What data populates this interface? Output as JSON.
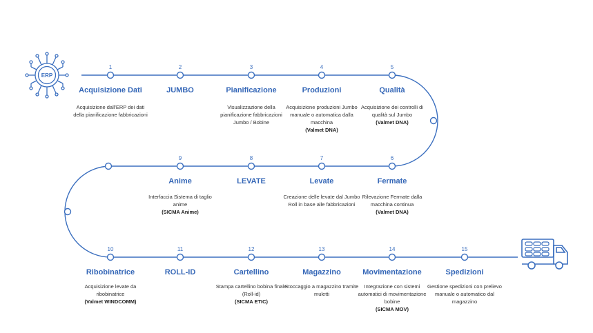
{
  "colors": {
    "line": "#3b6fbf",
    "title": "#3567b7",
    "text": "#333333"
  },
  "icons": {
    "start": "erp-chip-icon",
    "end": "delivery-truck-icon"
  },
  "erp_label": "ERP",
  "steps": [
    {
      "num": "1",
      "title": "Acquisizione Dati",
      "desc": "Acquisizione dall'ERP dei dati della pianificazione fabbricazioni",
      "tag": ""
    },
    {
      "num": "2",
      "title": "JUMBO",
      "desc": "",
      "tag": ""
    },
    {
      "num": "3",
      "title": "Pianificazione",
      "desc": "Visualizzazione della pianificazione fabbricazioni Jumbo / Bobine",
      "tag": ""
    },
    {
      "num": "4",
      "title": "Produzioni",
      "desc": "Acquisizione produzioni Jumbo manuale o automatica dalla macchina",
      "tag": "(Valmet DNA)"
    },
    {
      "num": "5",
      "title": "Qualità",
      "desc": "Acquisizione dei controlli di qualità sul Jumbo",
      "tag": "(Valmet DNA)"
    },
    {
      "num": "6",
      "title": "Fermate",
      "desc": "Rilevazione Fermate dalla macchina continua",
      "tag": "(Valmet DNA)"
    },
    {
      "num": "7",
      "title": "Levate",
      "desc": "Creazione delle levate dal Jumbo Roll in base alle fabbricazioni",
      "tag": ""
    },
    {
      "num": "8",
      "title": "LEVATE",
      "desc": "",
      "tag": ""
    },
    {
      "num": "9",
      "title": "Anime",
      "desc": "Interfaccia Sistema di taglio anime",
      "tag": "(SICMA Anime)"
    },
    {
      "num": "10",
      "title": "Ribobinatrice",
      "desc": "Acquisizione levate da ribobinatrice",
      "tag": "(Valmet WINDCOMM)"
    },
    {
      "num": "11",
      "title": "ROLL-ID",
      "desc": "",
      "tag": ""
    },
    {
      "num": "12",
      "title": "Cartellino",
      "desc": "Stampa cartellino bobina finale (Roll-id)",
      "tag": "(SICMA ETIC)"
    },
    {
      "num": "13",
      "title": "Magazzino",
      "desc": "Stoccaggio a magazzino tramite muletti",
      "tag": ""
    },
    {
      "num": "14",
      "title": "Movimentazione",
      "desc": "Integrazione con sistemi automatici di movimentazione bobine",
      "tag": "(SICMA MOV)"
    },
    {
      "num": "15",
      "title": "Spedizioni",
      "desc": "Gestione spedizioni con prelievo manuale o automatico dal magazzino",
      "tag": ""
    }
  ]
}
